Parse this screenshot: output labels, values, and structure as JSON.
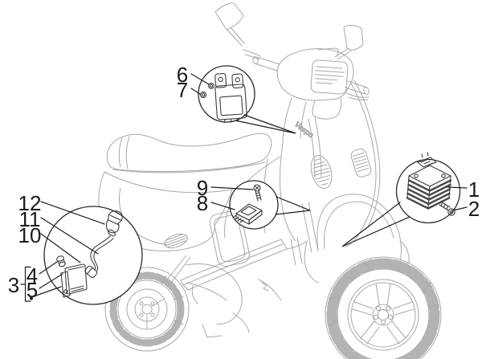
{
  "diagram": {
    "logo_script": "Vespa",
    "background": "#ffffff",
    "sketch_color": "#a8a8a8",
    "callout_color": "#1f1f1f"
  },
  "labels": {
    "n1": "1",
    "n2": "2",
    "n3": "3",
    "n4": "4",
    "n5": "5",
    "n6": "6",
    "n7": "7",
    "n8": "8",
    "n9": "9",
    "n10": "10",
    "n11": "11",
    "n12": "12"
  }
}
